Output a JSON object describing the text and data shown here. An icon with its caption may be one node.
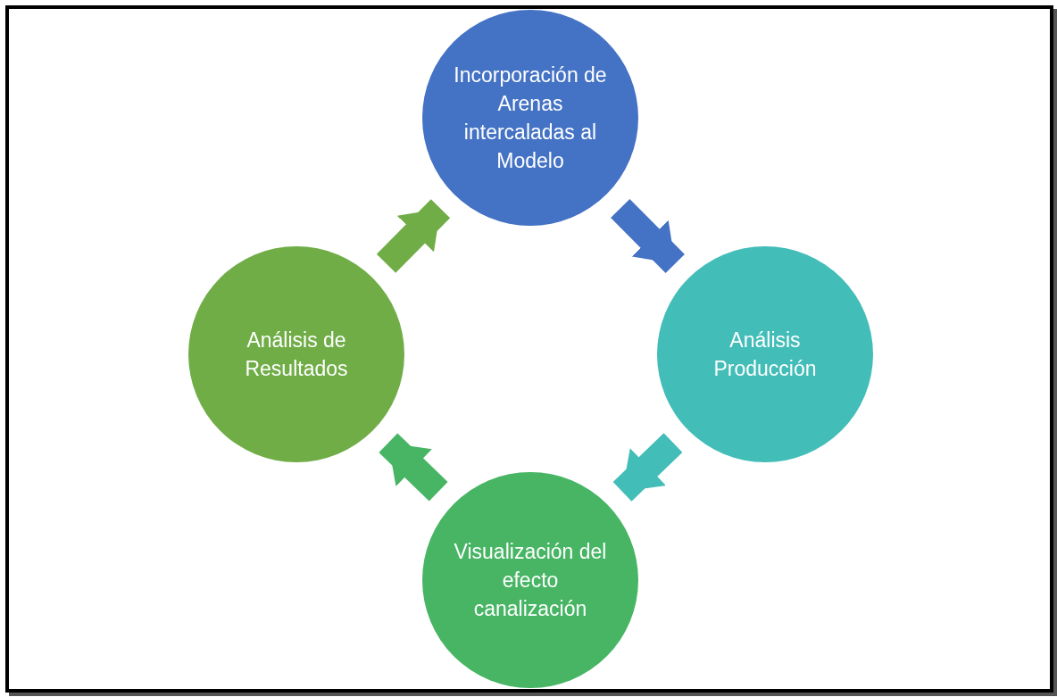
{
  "diagram": {
    "nodes": [
      {
        "text": [
          "Incorporación de Arenas intercaladas al Modelo"
        ]
      },
      {
        "text": [
          "Análisis Producción"
        ]
      },
      {
        "text": [
          "Visualización del efecto canalización"
        ]
      },
      {
        "text": [
          "Análisis de Resultados"
        ]
      }
    ],
    "edges": [
      {
        "from": 0,
        "to": 1,
        "arrow": "to",
        "color": "#4472c4"
      },
      {
        "from": 1,
        "to": 2,
        "arrow": "to",
        "color": "#43bdb8"
      },
      {
        "from": 2,
        "to": 3,
        "arrow": "to",
        "color": "#47b564"
      },
      {
        "from": 3,
        "to": 0,
        "arrow": "to",
        "color": "#70ad47"
      }
    ]
  }
}
